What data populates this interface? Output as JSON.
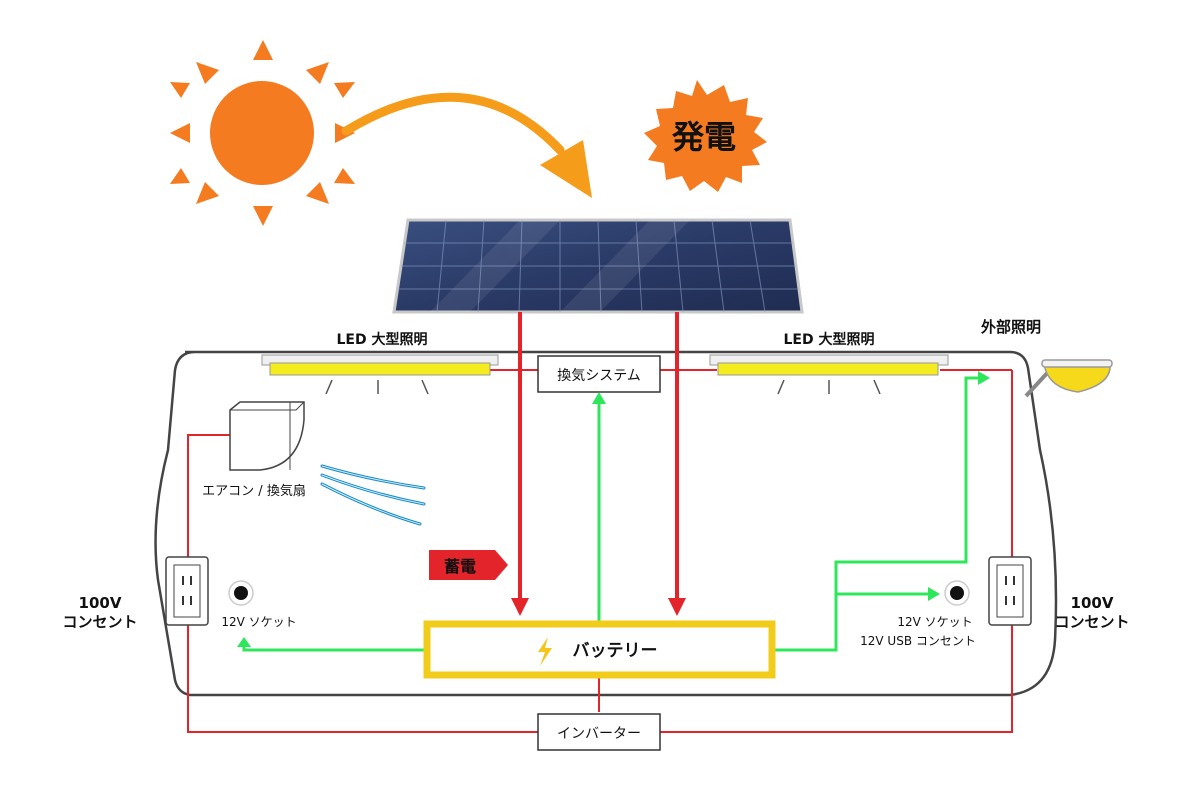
{
  "badges": {
    "generation": "発電",
    "charging": "蓄電"
  },
  "labels": {
    "led_left": "LED 大型照明",
    "led_right": "LED 大型照明",
    "external_light": "外部照明",
    "ventilation_system": "換気システム",
    "aircon": "エアコン / 換気扇",
    "outlet_left_line1": "100V",
    "outlet_left_line2": "コンセント",
    "outlet_right_line1": "100V",
    "outlet_right_line2": "コンセント",
    "socket_left": "12V ソケット",
    "socket_right": "12V ソケット",
    "usb_right": "12V USB コンセント",
    "battery": "バッテリー",
    "inverter": "インバーター"
  },
  "colors": {
    "sun": "#f47b20",
    "arrow_orange": "#f59c1a",
    "burst": "#f47b20",
    "power_line_red": "#e3242b",
    "dc_line_green": "#2ee65a",
    "battery_border": "#f2cc1a",
    "led_yellow": "#f5ec1f",
    "panel_blue": "#2b3d6b",
    "charge_badge": "#e3242b"
  }
}
